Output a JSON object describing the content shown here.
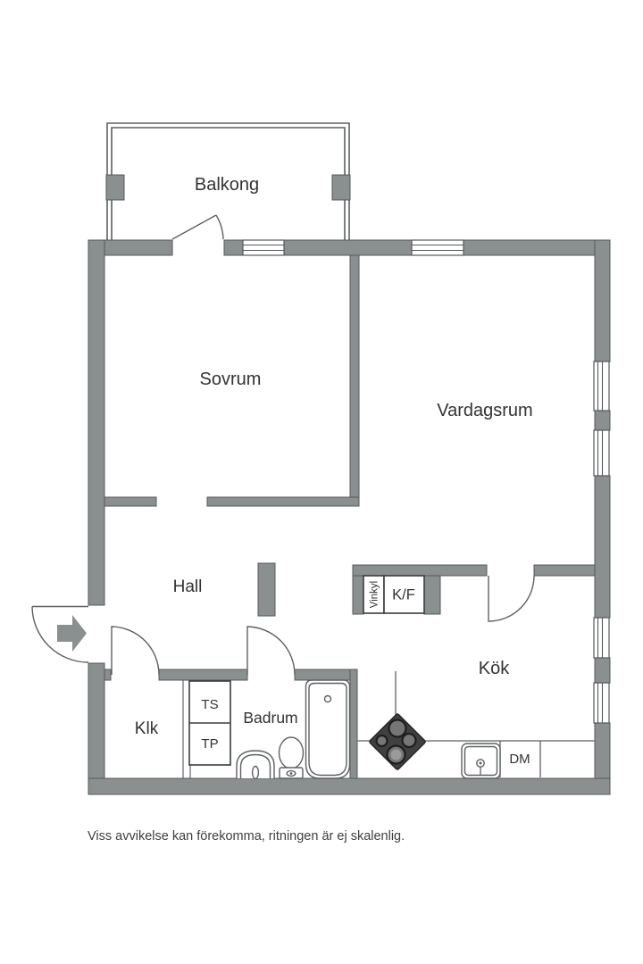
{
  "plan": {
    "rooms": {
      "balcony": "Balkong",
      "bedroom": "Sovrum",
      "living_room": "Vardagsrum",
      "hall": "Hall",
      "kitchen": "Kök",
      "closet": "Klk",
      "bathroom": "Badrum"
    },
    "appliances": {
      "drying_cabinet": "TS",
      "washer_tower": "TP",
      "fridge_freezer": "K/F",
      "wine_cooler": "Vinkyl",
      "dishwasher": "DM"
    },
    "footer": {
      "disclaimer": "Viss avvikelse kan förekomma, ritningen är ej skalenlig."
    },
    "colors": {
      "wall": "#8A8F8F",
      "outline": "#55595B",
      "line": "#5D6162",
      "text": "#333333",
      "stove_body": "#404040",
      "stove_edge": "#262626",
      "burner": "#767676",
      "burner_ring": "#1E1E1E",
      "background": "#FFFFFF"
    }
  }
}
